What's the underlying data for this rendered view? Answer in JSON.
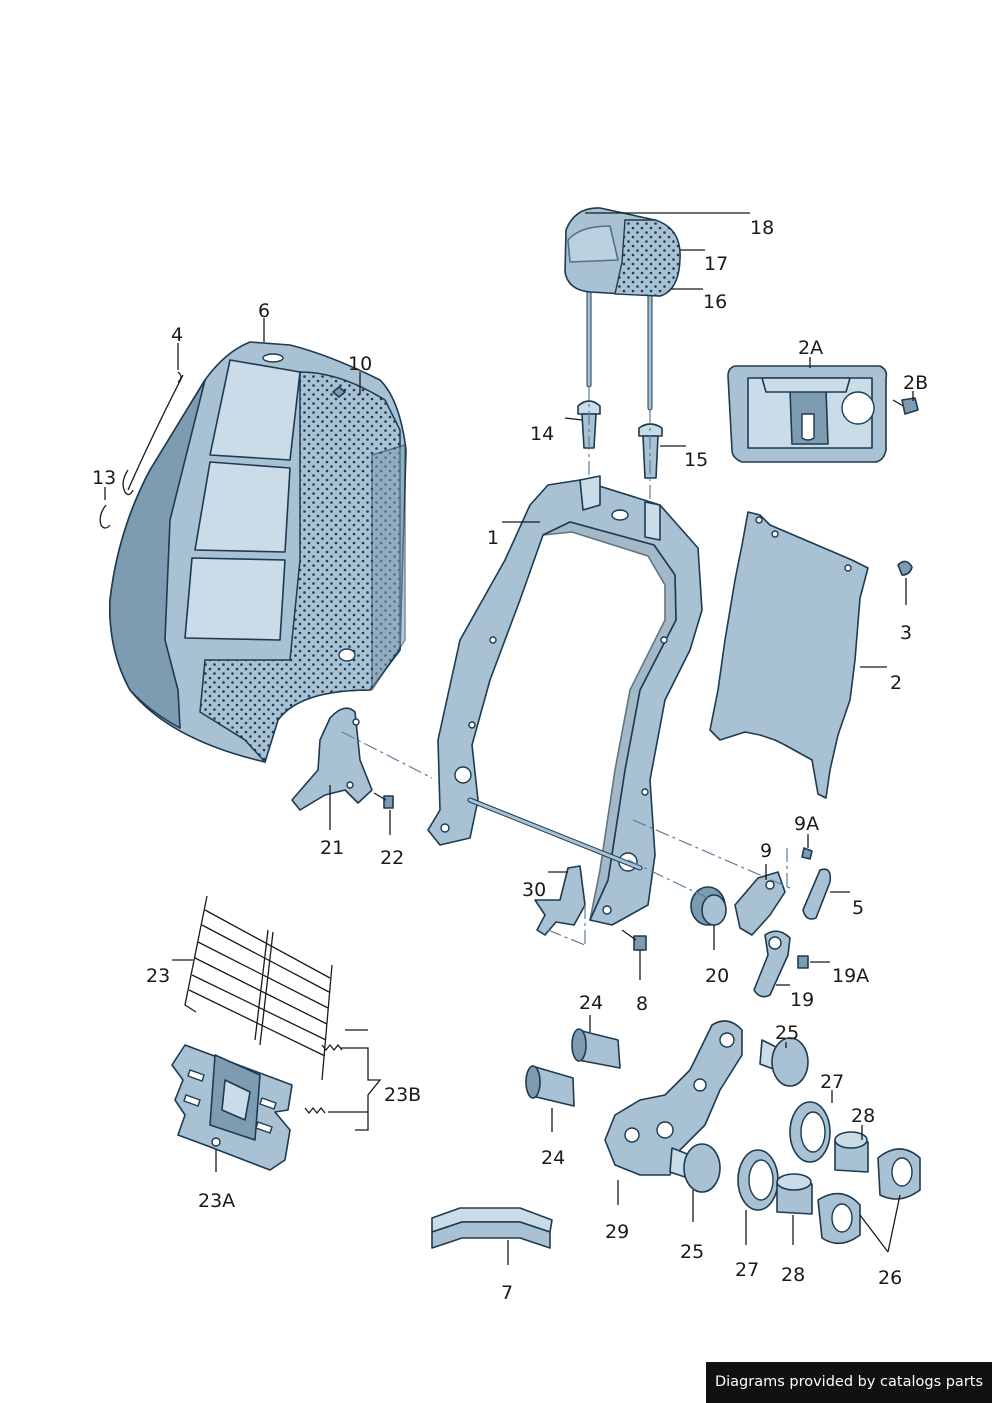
{
  "labels": {
    "l1": "1",
    "l2": "2",
    "l2A": "2A",
    "l2B": "2B",
    "l3": "3",
    "l4": "4",
    "l5": "5",
    "l6": "6",
    "l7": "7",
    "l8": "8",
    "l9": "9",
    "l9A": "9A",
    "l10": "10",
    "l13": "13",
    "l14": "14",
    "l15": "15",
    "l16": "16",
    "l17": "17",
    "l18": "18",
    "l19": "19",
    "l19A": "19A",
    "l20": "20",
    "l21": "21",
    "l22": "22",
    "l23": "23",
    "l23A": "23A",
    "l23B": "23B",
    "l24a": "24",
    "l24b": "24",
    "l25a": "25",
    "l25b": "25",
    "l26": "26",
    "l27a": "27",
    "l27b": "27",
    "l28a": "28",
    "l28b": "28",
    "l29": "29",
    "l30": "30"
  },
  "footer": {
    "credit": "Diagrams provided by catalogs parts"
  },
  "colors": {
    "part_fill": "#a8c2d3",
    "part_dark": "#7e9cb1",
    "outline": "#1d3a50",
    "credit_bg": "#111111"
  }
}
